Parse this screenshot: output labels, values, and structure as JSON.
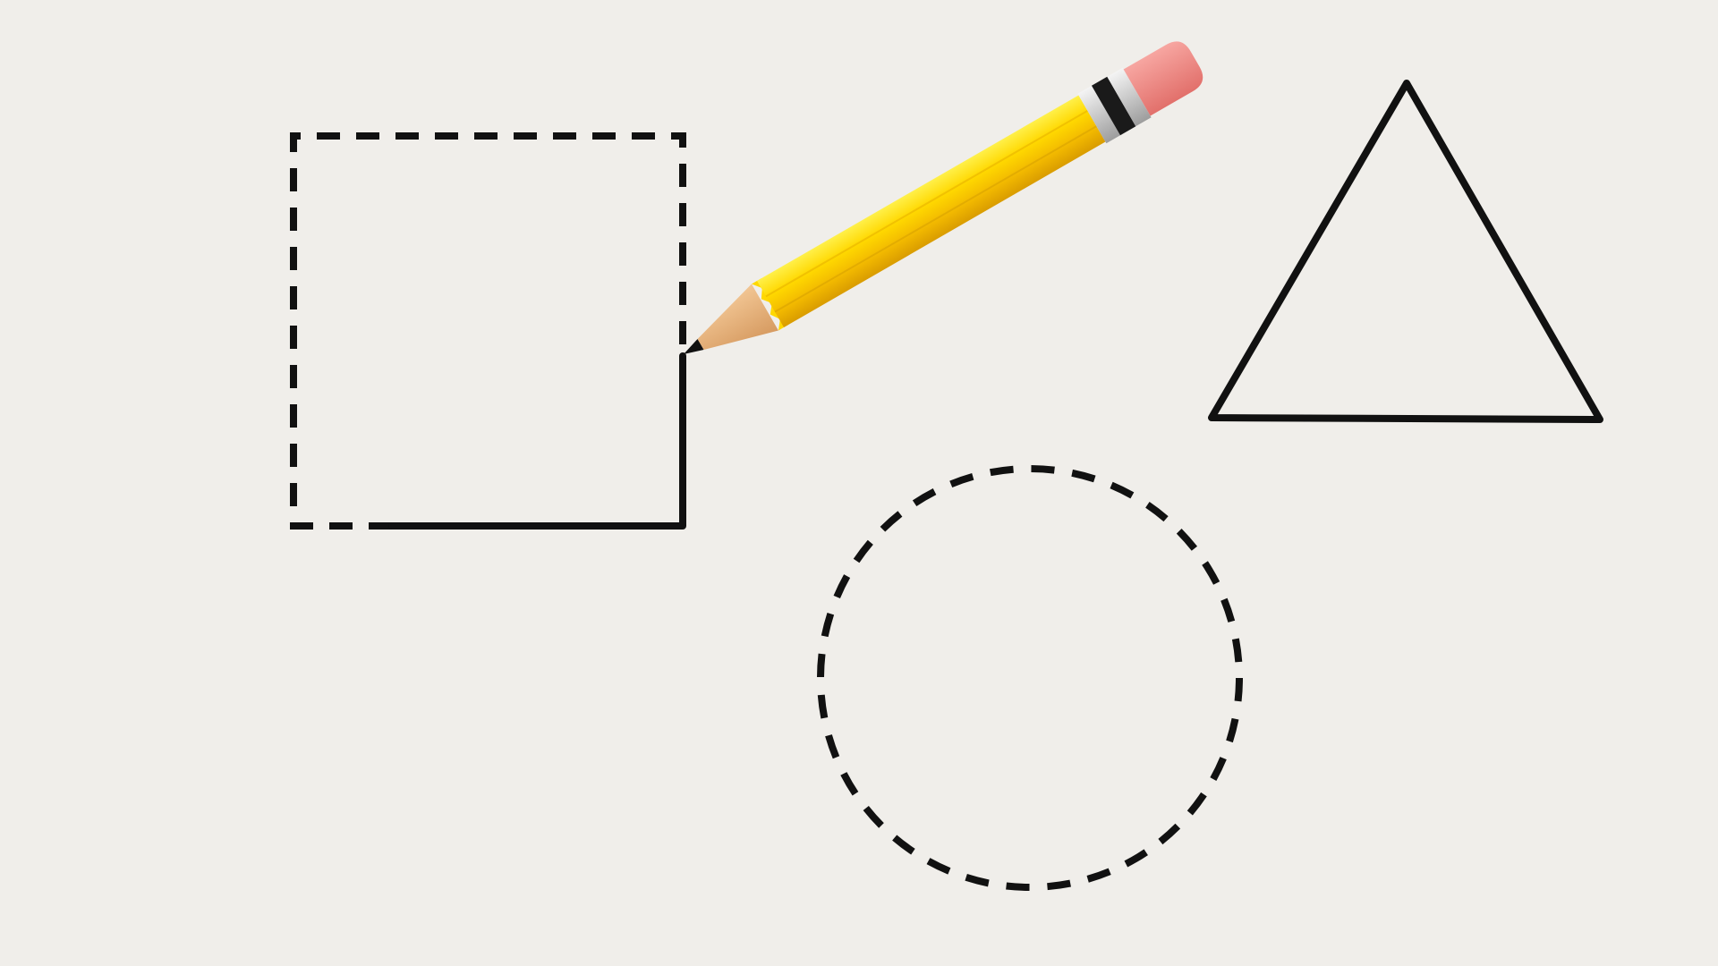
{
  "scene": {
    "activity": "shape-tracing",
    "background_color": "#f0eeea",
    "stroke_color": "#111111"
  },
  "shapes": [
    {
      "name": "square",
      "state": "partially-traced",
      "traced_edges": [
        "bottom",
        "right"
      ],
      "dashed_edges": [
        "top",
        "left"
      ],
      "trace_progress": 0.5
    },
    {
      "name": "triangle",
      "state": "fully-traced",
      "trace_progress": 1
    },
    {
      "name": "circle",
      "state": "untraced",
      "trace_progress": 0
    }
  ],
  "pencil": {
    "icon": "pencil-icon",
    "body_color": "#f7c600",
    "ferrule_color": "#d9d9d9",
    "band_color": "#1a1a1a",
    "eraser_color": "#f08a84",
    "wood_color": "#e8b47c",
    "lead_color": "#111111"
  }
}
